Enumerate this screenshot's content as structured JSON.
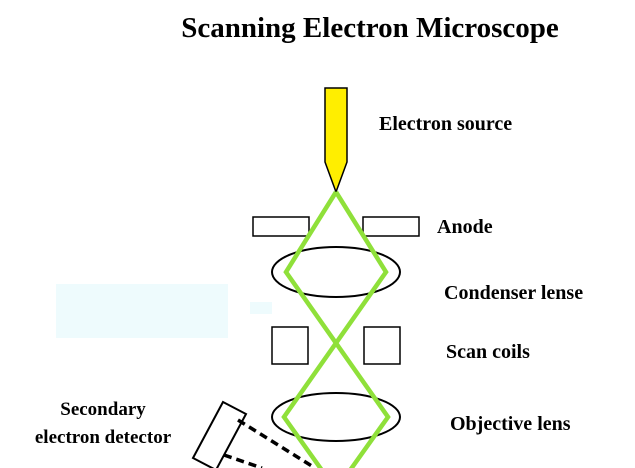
{
  "title": "Scanning Electron Microscope",
  "labels": {
    "electron_source": "Electron source",
    "anode": "Anode",
    "condenser_lens": "Condenser lense",
    "scan_coils": "Scan coils",
    "objective_lens": "Objective lens",
    "secondary_detector_line1": "Secondary",
    "secondary_detector_line2": "electron detector"
  },
  "colors": {
    "beam": "#8fe03a",
    "electron_source": "#ffee00",
    "outline": "#000000",
    "background_tint": "#eefbfd"
  }
}
